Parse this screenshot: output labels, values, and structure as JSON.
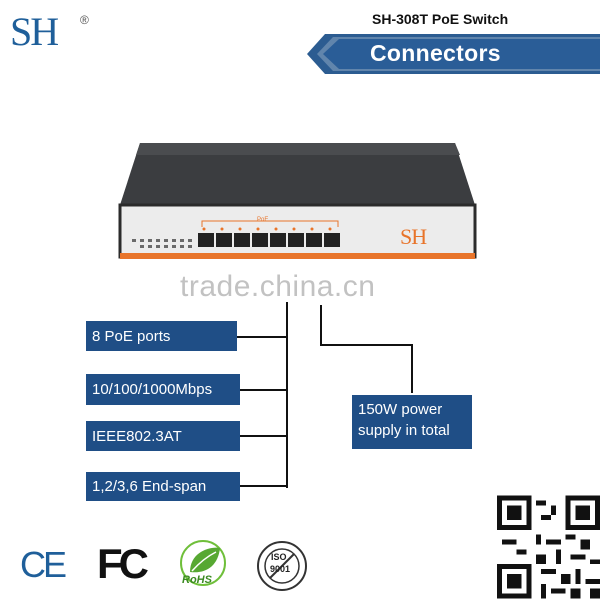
{
  "header": {
    "logo_text": "SH",
    "logo_reg": "®",
    "product_title": "SH-308T PoE Switch",
    "section_title": "Connectors"
  },
  "device": {
    "poe_label": "PoE",
    "brand_mark": "SH",
    "port_count": 8
  },
  "features": [
    {
      "label": "8 PoE ports"
    },
    {
      "label": "10/100/1000Mbps"
    },
    {
      "label": "IEEE802.3AT"
    },
    {
      "label": "1,2/3,6 End-span"
    }
  ],
  "power": {
    "line1": "150W power",
    "line2": "supply in total"
  },
  "watermark": "trade.china.cn",
  "certifications": {
    "ce": "CE",
    "fc": "FC",
    "rohs": "RoHS",
    "iso_top": "ISO",
    "iso_bottom": "9001"
  },
  "colors": {
    "box_blue": "#1f4e86",
    "banner_blue": "#1f5f9a",
    "accent_orange": "#e8742a"
  }
}
